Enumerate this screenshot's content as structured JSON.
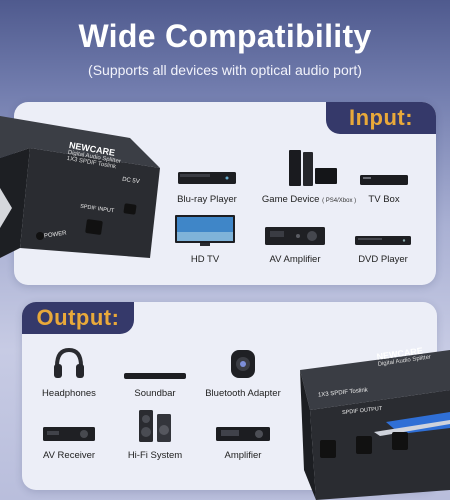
{
  "header": {
    "title": "Wide Compatibility",
    "subtitle": "(Supports all devices with optical audio port)"
  },
  "input_section": {
    "label": "Input:",
    "items": [
      {
        "label": "Blu-ray Player",
        "icon": "blu-ray-player-icon"
      },
      {
        "label": "Game Device",
        "note": "( PS4/Xbox )",
        "icon": "game-console-icon"
      },
      {
        "label": "TV Box",
        "icon": "tv-box-icon"
      },
      {
        "label": "HD TV",
        "icon": "hd-tv-icon"
      },
      {
        "label": "AV Amplifier",
        "icon": "av-amplifier-icon"
      },
      {
        "label": "DVD Player",
        "icon": "dvd-player-icon"
      }
    ]
  },
  "output_section": {
    "label": "Output:",
    "items": [
      {
        "label": "Headphones",
        "icon": "headphones-icon"
      },
      {
        "label": "Soundbar",
        "icon": "soundbar-icon"
      },
      {
        "label": "Bluetooth Adapter",
        "icon": "bluetooth-adapter-icon"
      },
      {
        "label": "AV Receiver",
        "icon": "av-receiver-icon"
      },
      {
        "label": "Hi-Fi System",
        "icon": "hifi-speaker-icon"
      },
      {
        "label": "Amplifier",
        "icon": "amplifier-icon"
      }
    ]
  },
  "device_input": {
    "brand": "NEWCARE",
    "line1": "Digital Audio Splitter",
    "line2": "1X3 SPDIF Toslink",
    "port1": "POWER",
    "port2": "SPDIF INPUT",
    "port3": "DC 5V"
  },
  "device_output": {
    "brand": "NEWCARE",
    "line1": "Digital Audio Splitter",
    "line2": "1X3 SPDIF Toslink",
    "port_label": "SPDIF OUTPUT"
  },
  "colors": {
    "accent": "#e9a93a",
    "header_bg": "#35396a",
    "panel_bg": "#eceef7",
    "device_body": "#2a2c31",
    "stripe_blue": "#2f6fd6"
  }
}
